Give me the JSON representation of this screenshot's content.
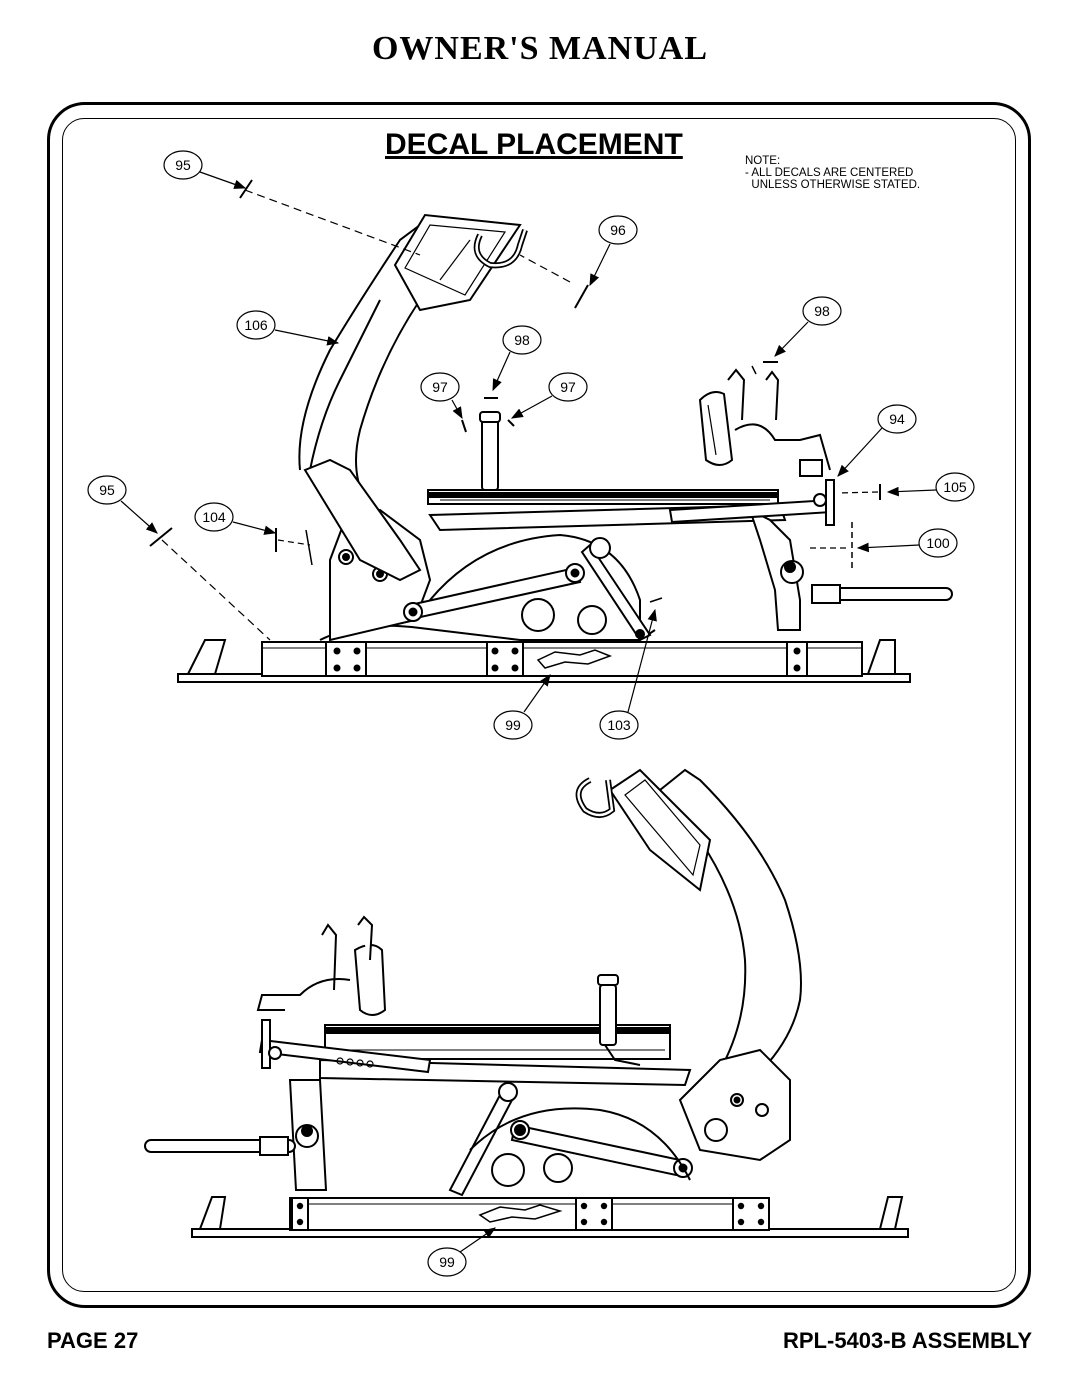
{
  "header": {
    "title": "OWNER'S MANUAL"
  },
  "section": {
    "title": "DECAL PLACEMENT"
  },
  "note": {
    "line1": "NOTE:",
    "line2": "- ALL DECALS ARE CENTERED",
    "line3": "  UNLESS OTHERWISE STATED."
  },
  "callouts": {
    "c95a": "95",
    "c96": "96",
    "c106": "106",
    "c98a": "98",
    "c98b": "98",
    "c97a": "97",
    "c97b": "97",
    "c94": "94",
    "c95b": "95",
    "c104": "104",
    "c105": "105",
    "c100": "100",
    "c99a": "99",
    "c103": "103",
    "c99b": "99"
  },
  "footer": {
    "page": "PAGE 27",
    "doc": "RPL-5403-B ASSEMBLY"
  }
}
